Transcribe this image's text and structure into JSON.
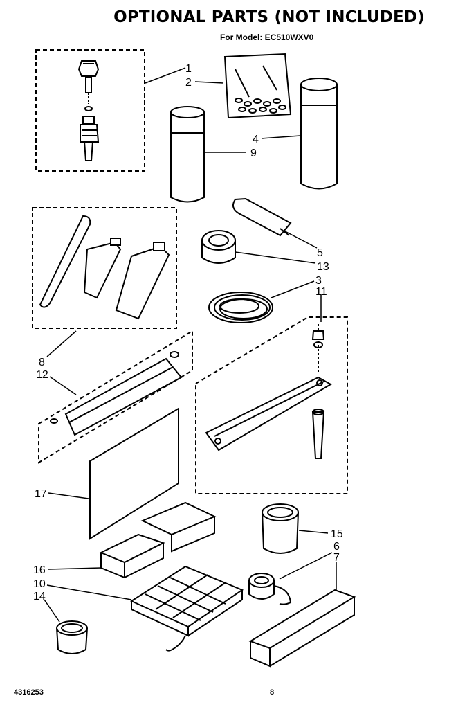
{
  "header": {
    "title": "OPTIONAL PARTS (NOT INCLUDED)",
    "subtitle": "For Model: EC510WXV0"
  },
  "callouts": [
    "1",
    "2",
    "9",
    "4",
    "5",
    "13",
    "3",
    "11",
    "8",
    "12",
    "17",
    "15",
    "6",
    "7",
    "16",
    "10",
    "14"
  ],
  "footer": {
    "part_number": "4316253",
    "page_number": "8"
  }
}
